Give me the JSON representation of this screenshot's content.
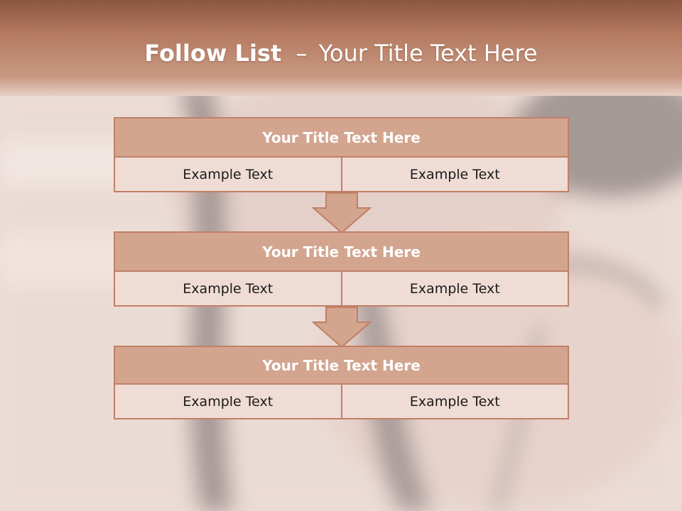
{
  "slide": {
    "title_bold": "Follow List",
    "title_separator": "–",
    "title_rest": "Your Title Text Here"
  },
  "colors": {
    "header_band": "#b87c62",
    "block_title_fill": "#d3a58f",
    "block_border": "#c08066",
    "cell_fill": "#efdcd5"
  },
  "blocks": [
    {
      "title": "Your Title Text Here",
      "left": "Example Text",
      "right": "Example Text"
    },
    {
      "title": "Your Title Text Here",
      "left": "Example Text",
      "right": "Example Text"
    },
    {
      "title": "Your Title Text Here",
      "left": "Example Text",
      "right": "Example Text"
    }
  ],
  "icons": [
    "down-arrow-icon",
    "down-arrow-icon"
  ]
}
